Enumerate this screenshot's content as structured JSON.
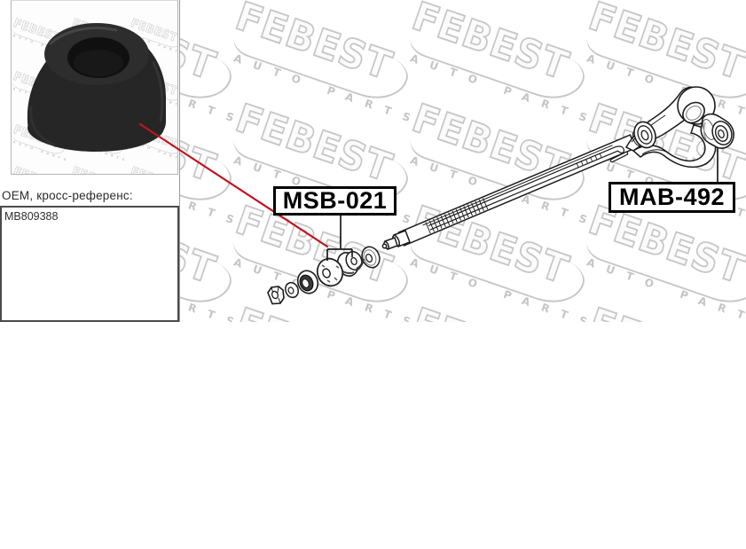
{
  "left_panel": {
    "oem_label": "OEM, кросс-референс:",
    "oem_number": "MB809388"
  },
  "watermark": {
    "brand": "FEBEST",
    "tagline": "AUTO PARTS",
    "color": "#c7c7c7"
  },
  "callouts": {
    "msb": "MSB-021",
    "mab": "MAB-492"
  },
  "colors": {
    "red_pointer_line": "#c01520",
    "line_art": "#1b1b1b",
    "callout_border": "#000000"
  }
}
